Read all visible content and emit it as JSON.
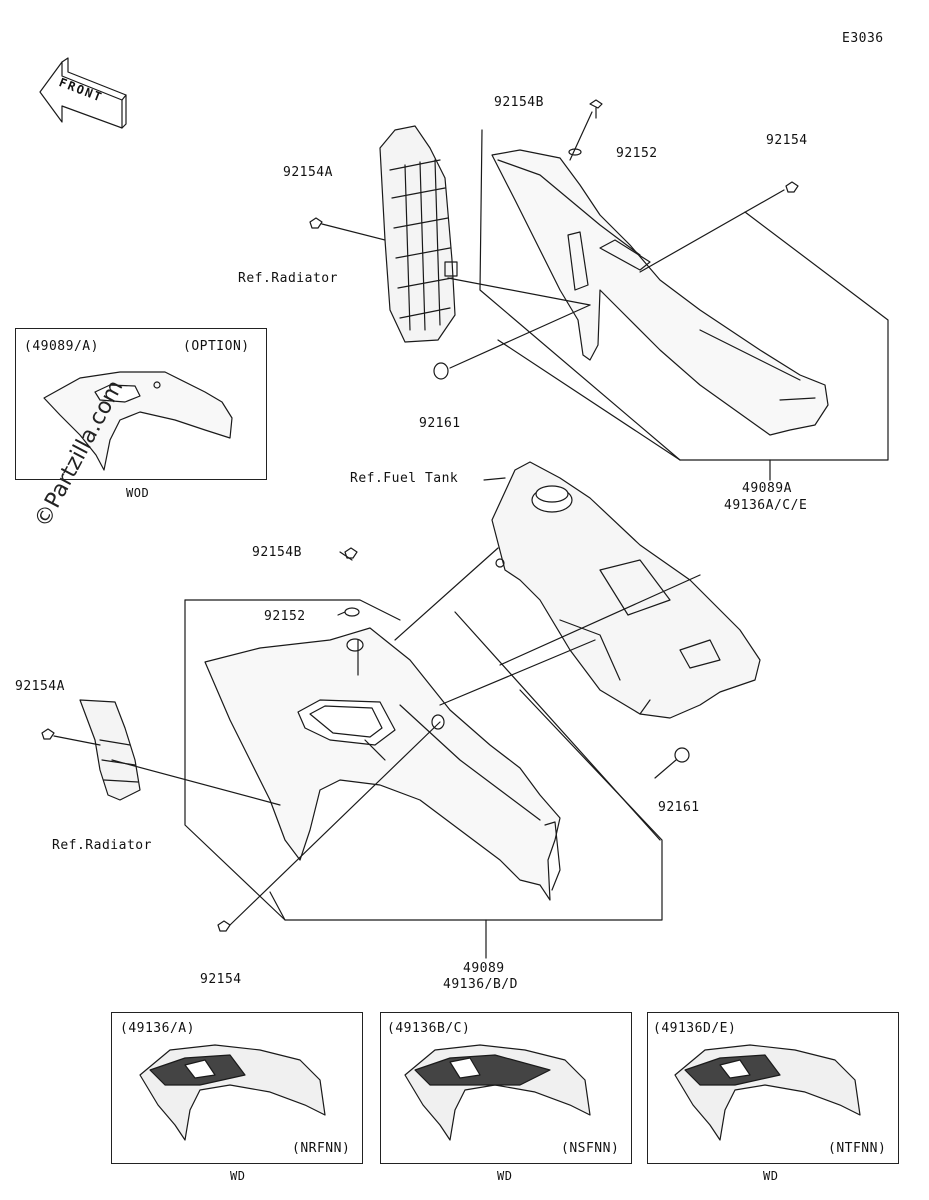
{
  "diagram_code": "E3036",
  "front_badge": "FRONT",
  "watermark": "©Partzilla.com",
  "labels": {
    "p92154B_top": "92154B",
    "p92152_top": "92152",
    "p92154_top": "92154",
    "p92154A_top": "92154A",
    "ref_radiator_top": "Ref.Radiator",
    "p92161_top": "92161",
    "assy_top_line1": "49089A",
    "assy_top_line2": "49136A/C/E",
    "ref_fuel_tank": "Ref.Fuel Tank",
    "p92154B_mid": "92154B",
    "p92152_mid": "92152",
    "p92154A_left": "92154A",
    "ref_radiator_left": "Ref.Radiator",
    "p92161_right": "92161",
    "p92154_bottom": "92154",
    "assy_bottom_line1": "49089",
    "assy_bottom_line2": "49136/B/D"
  },
  "option_box": {
    "part": "(49089/A)",
    "tag": "(OPTION)",
    "caption": "WOD"
  },
  "variant_boxes": [
    {
      "part": "(49136/A)",
      "code": "(NRFNN)",
      "caption": "WD"
    },
    {
      "part": "(49136B/C)",
      "code": "(NSFNN)",
      "caption": "WD"
    },
    {
      "part": "(49136D/E)",
      "code": "(NTFNN)",
      "caption": "WD"
    }
  ]
}
